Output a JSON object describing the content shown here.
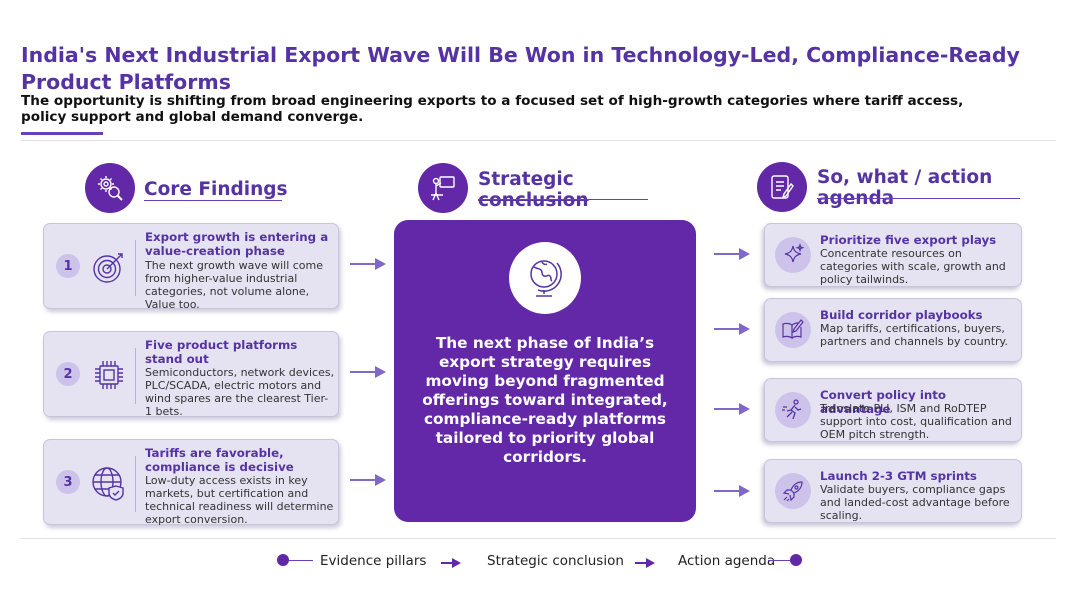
{
  "title": "India's Next Industrial Export Wave Will Be Won in Technology-Led, Compliance-Ready Product Platforms",
  "subtitle": "The opportunity is shifting from broad engineering exports to a focused set of high-growth categories where tariff access, policy support and global demand converge.",
  "columns": {
    "findings": {
      "heading": "Core Findings",
      "icon": "gear-magnifier-icon"
    },
    "conclusion": {
      "heading_line1": "Strategic",
      "heading_line2": "conclusion",
      "icon": "presenter-icon"
    },
    "actions": {
      "heading_line1": "So, what / action",
      "heading_line2": "agenda",
      "icon": "checklist-icon"
    }
  },
  "findings": [
    {
      "number": "1",
      "title": "Export growth is entering a value-creation phase",
      "body": "The next growth wave will come from higher-value industrial categories, not volume alone, Value too.",
      "icon": "target-icon"
    },
    {
      "number": "2",
      "title": "Five product platforms stand out",
      "body": "Semiconductors, network devices, PLC/SCADA, electric motors and wind spares are the clearest Tier-1 bets.",
      "icon": "chip-icon"
    },
    {
      "number": "3",
      "title": "Tariffs are favorable, compliance is decisive",
      "body": "Low-duty access exists in key markets, but certification and technical readiness will determine export conversion.",
      "icon": "globe-shield-icon"
    }
  ],
  "conclusion": {
    "icon": "globe-stand-icon",
    "text": "The next phase of India’s export strategy requires moving beyond fragmented offerings toward integrated, compliance-ready platforms tailored to priority global corridors."
  },
  "actions": [
    {
      "title": "Prioritize five export plays",
      "body": "Concentrate resources on categories with scale, growth and policy tailwinds.",
      "icon": "sparkle-icon"
    },
    {
      "title": "Build corridor playbooks",
      "body": "Map tariffs, certifications, buyers, partners and channels by country.",
      "icon": "book-pen-icon"
    },
    {
      "title": "Convert policy into advantage",
      "body": "Translate PLI, ISM and RoDTEP support into cost, qualification and OEM pitch strength.",
      "icon": "runner-icon"
    },
    {
      "title": "Launch 2-3 GTM sprints",
      "body": "Validate buyers, compliance gaps and landed-cost advantage before scaling.",
      "icon": "rocket-icon"
    }
  ],
  "legend": {
    "item1": "Evidence pillars",
    "item2": "Strategic conclusion",
    "item3": "Action agenda"
  },
  "colors": {
    "accent": "#6228a8",
    "heading": "#5533a3",
    "card": "#e5e2f2",
    "badge": "#cdc3ea"
  }
}
